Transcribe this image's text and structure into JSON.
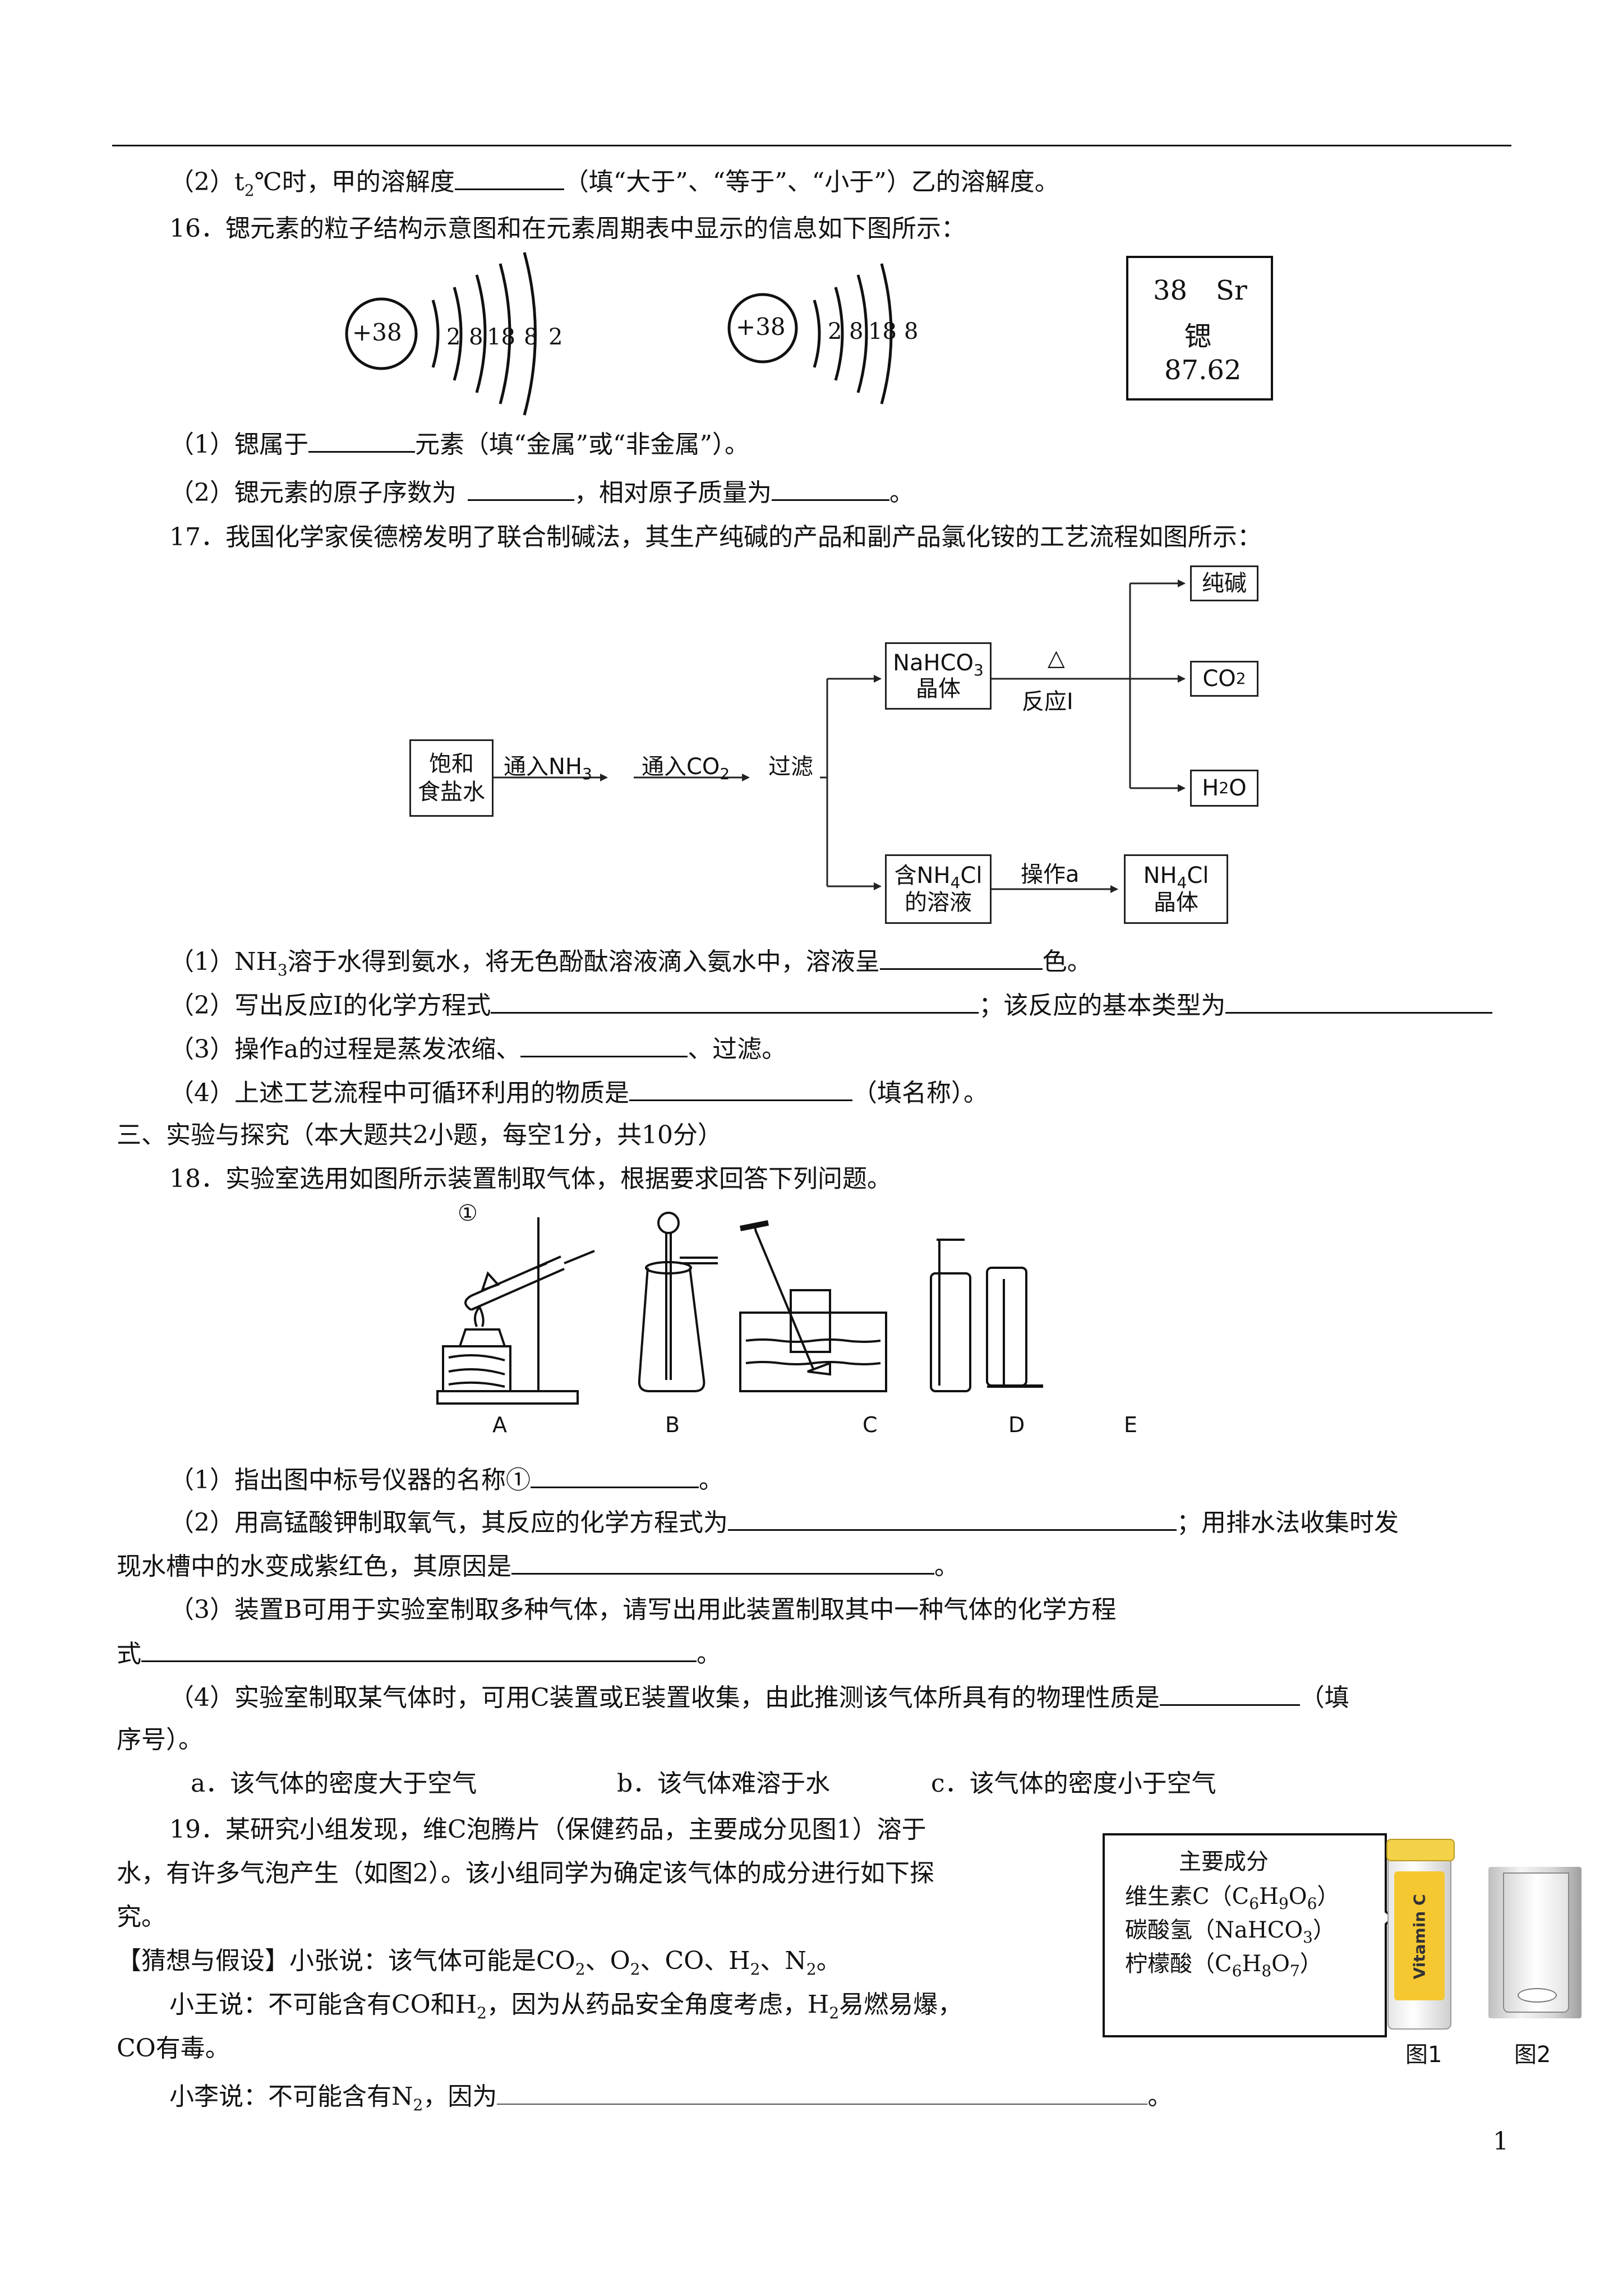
{
  "q15_2": {
    "pre": "（2）t",
    "sub": "2",
    "post": "℃时，甲的溶解度",
    "tail": "（填“大于”、“等于”、“小于”）乙的溶解度。"
  },
  "q16": {
    "title": "16．锶元素的粒子结构示意图和在元素周期表中显示的信息如下图所示：",
    "atom": {
      "nucleus": "+38",
      "shells": [
        "2",
        "8",
        "18",
        "8",
        "2"
      ]
    },
    "ion": {
      "nucleus": "+38",
      "shells": [
        "2",
        "8",
        "18",
        "8"
      ]
    },
    "cell": {
      "number": "38",
      "symbol": "Sr",
      "name": "锶",
      "mass": "87.62"
    },
    "sub1": {
      "pre": "（1）锶属于",
      "post": "元素（填“金属”或“非金属”）。"
    },
    "sub2": {
      "pre": "（2）锶元素的原子序数为",
      "mid": "，相对原子质量为",
      "post": "。"
    }
  },
  "q17": {
    "title": "17．我国化学家侯德榜发明了联合制碱法，其生产纯碱的产品和副产品氯化铵的工艺流程如图所示：",
    "flow": {
      "start": "饱和\n食盐水",
      "step1": "通入NH",
      "step1_sub": "3",
      "step2": "通入CO",
      "step2_sub": "2",
      "step3": "过滤",
      "nahco3_a": "NaHCO",
      "nahco3_sub": "3",
      "nahco3_b": "晶体",
      "heat": "△",
      "reaction": "反应Ⅰ",
      "out1": "纯碱",
      "out2": "CO",
      "out2_sub": "2",
      "out3_a": "H",
      "out3_sub": "2",
      "out3_b": "O",
      "nh4cl_sol_a": "含NH",
      "nh4cl_sol_sub": "4",
      "nh4cl_sol_b": "Cl",
      "nh4cl_sol_c": "的溶液",
      "op": "操作a",
      "nh4cl_cry_a": "NH",
      "nh4cl_cry_sub": "4",
      "nh4cl_cry_b": "Cl",
      "nh4cl_cry_c": "晶体"
    },
    "sub1": {
      "pre": "（1）NH",
      "sub": "3",
      "post": "溶于水得到氨水，将无色酚酞溶液滴入氨水中，溶液呈",
      "tail": "色。"
    },
    "sub2": {
      "pre": "（2）写出反应Ⅰ的化学方程式",
      "mid": "；该反应的基本类型为"
    },
    "sub3": {
      "pre": "（3）操作a的过程是蒸发浓缩、",
      "post": "、过滤。"
    },
    "sub4": {
      "pre": "（4）上述工艺流程中可循环利用的物质是",
      "post": "（填名称）。"
    }
  },
  "section3": "三、实验与探究（本大题共2小题，每空1分，共10分）",
  "q18": {
    "title": "18．实验室选用如图所示装置制取气体，根据要求回答下列问题。",
    "marker": "①",
    "labels": [
      "A",
      "B",
      "C",
      "D",
      "E"
    ],
    "sub1": {
      "pre": "（1）指出图中标号仪器的名称①",
      "post": "。"
    },
    "sub2": {
      "pre": "（2）用高锰酸钾制取氧气，其反应的化学方程式为",
      "mid": "；用排水法收集时发",
      "line2_pre": "现水槽中的水变成紫红色，其原因是",
      "line2_post": "。"
    },
    "sub3": {
      "line1": "（3）装置B可用于实验室制取多种气体，请写出用此装置制取其中一种气体的化学方程",
      "line2_pre": "式",
      "line2_post": "。"
    },
    "sub4": {
      "pre": "（4）实验室制取某气体时，可用C装置或E装置收集，由此推测该气体所具有的物理性质是",
      "post": "（填",
      "line2": "序号）。"
    },
    "options": [
      "a．该气体的密度大于空气",
      "b．该气体难溶于水",
      "c．该气体的密度小于空气"
    ]
  },
  "q19": {
    "line1": "19．某研究小组发现，维C泡腾片（保健药品，主要成分见图1）溶于",
    "line2": "水，有许多气泡产生（如图2）。该小组同学为确定该气体的成分进行如下探",
    "line3": "究。",
    "guess": {
      "tag": "【猜想与假设】",
      "a": "小张说：该气体可能是CO",
      "b": "、O",
      "c": "、CO、H",
      "d": "、N",
      "e": "。"
    },
    "wang1": {
      "a": "小王说：不可能含有CO和H",
      "b": "，因为从药品安全角度考虑，H",
      "c": "易燃易爆，"
    },
    "wang2": "CO有毒。",
    "li": {
      "a": "小李说：不可能含有N",
      "b": "，因为",
      "c": "。"
    },
    "box": {
      "title": "主要成分",
      "r1": "维生素C（C",
      "r1s1": "6",
      "r1m": "H",
      "r1s2": "9",
      "r1n": "O",
      "r1s3": "6",
      "r1e": "）",
      "r2": "碳酸氢（NaHCO",
      "r2s": "3",
      "r2e": "）",
      "r3": "柠檬酸（C",
      "r3s1": "6",
      "r3m": "H",
      "r3s2": "8",
      "r3n": "O",
      "r3s3": "7",
      "r3e": "）"
    },
    "tube_text": "Vitamin C",
    "fig1": "图1",
    "fig2": "图2"
  },
  "page_number": "1"
}
